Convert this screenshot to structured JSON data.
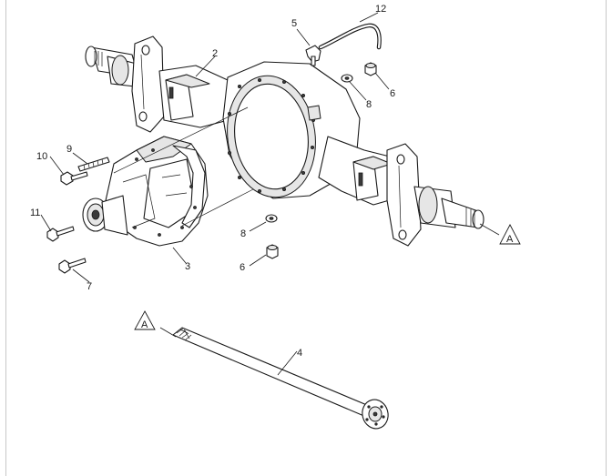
{
  "callouts": {
    "c2": "2",
    "c3": "3",
    "c4": "4",
    "c5": "5",
    "c6a": "6",
    "c6b": "6",
    "c7": "7",
    "c8a": "8",
    "c8b": "8",
    "c9": "9",
    "c10": "10",
    "c11": "11",
    "c12": "12"
  },
  "reference_marks": {
    "a_right": "A",
    "a_shaft": "A"
  }
}
